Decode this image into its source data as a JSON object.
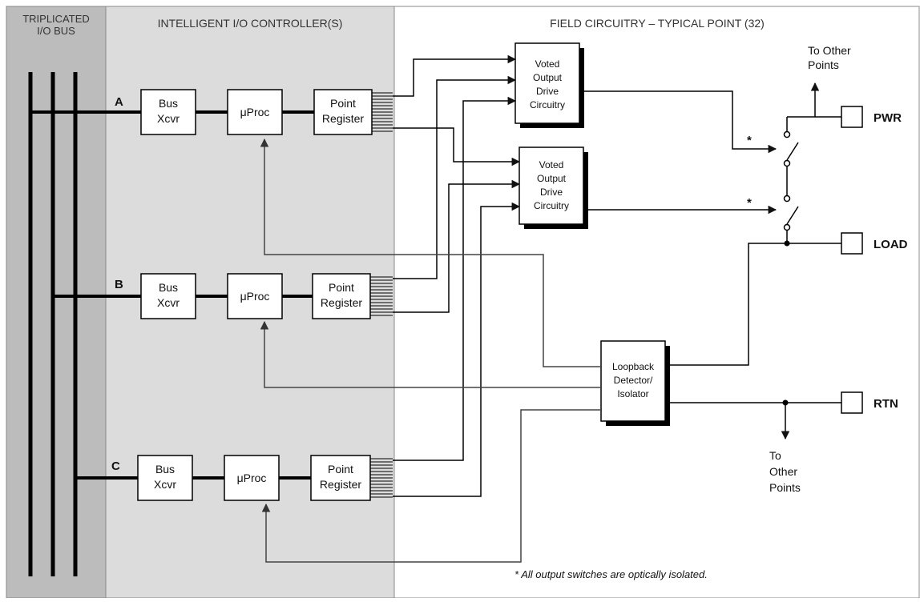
{
  "headers": {
    "bus": [
      "TRIPLICATED",
      "I/O BUS"
    ],
    "controllers": "INTELLIGENT I/O CONTROLLER(S)",
    "field": "FIELD CIRCUITRY – TYPICAL POINT (32)"
  },
  "channels": [
    {
      "letter": "A",
      "xcvr": [
        "Bus",
        "Xcvr"
      ],
      "proc": "μProc",
      "register": [
        "Point",
        "Register"
      ]
    },
    {
      "letter": "B",
      "xcvr": [
        "Bus",
        "Xcvr"
      ],
      "proc": "μProc",
      "register": [
        "Point",
        "Register"
      ]
    },
    {
      "letter": "C",
      "xcvr": [
        "Bus",
        "Xcvr"
      ],
      "proc": "μProc",
      "register": [
        "Point",
        "Register"
      ]
    }
  ],
  "drive_block": [
    "Voted",
    "Output",
    "Drive",
    "Circuitry"
  ],
  "loopback_block": [
    "Loopback",
    "Detector/",
    "Isolator"
  ],
  "terminals": {
    "pwr": "PWR",
    "load": "LOAD",
    "rtn": "RTN"
  },
  "to_other_points_top": [
    "To Other",
    "Points"
  ],
  "to_other_points_bottom": [
    "To",
    "Other",
    "Points"
  ],
  "asterisk": "*",
  "footnote": "*  All output switches are optically isolated."
}
